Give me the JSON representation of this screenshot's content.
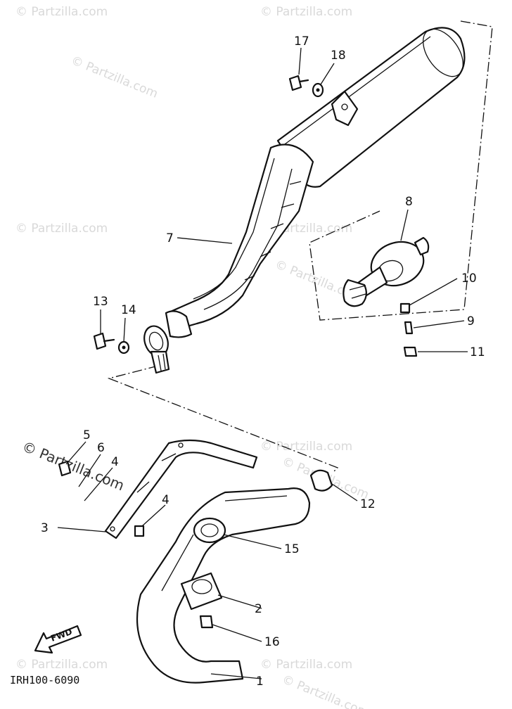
{
  "watermark": "© Partzilla.com",
  "diagram_code": "IRH100-6090",
  "fwd_label": "FWD",
  "callouts": {
    "p1": "1",
    "p2": "2",
    "p3": "3",
    "p4a": "4",
    "p4b": "4",
    "p5": "5",
    "p6": "6",
    "p7": "7",
    "p8": "8",
    "p9": "9",
    "p10": "10",
    "p11": "11",
    "p12": "12",
    "p13": "13",
    "p14": "14",
    "p15": "15",
    "p16": "16",
    "p17": "17",
    "p18": "18"
  }
}
